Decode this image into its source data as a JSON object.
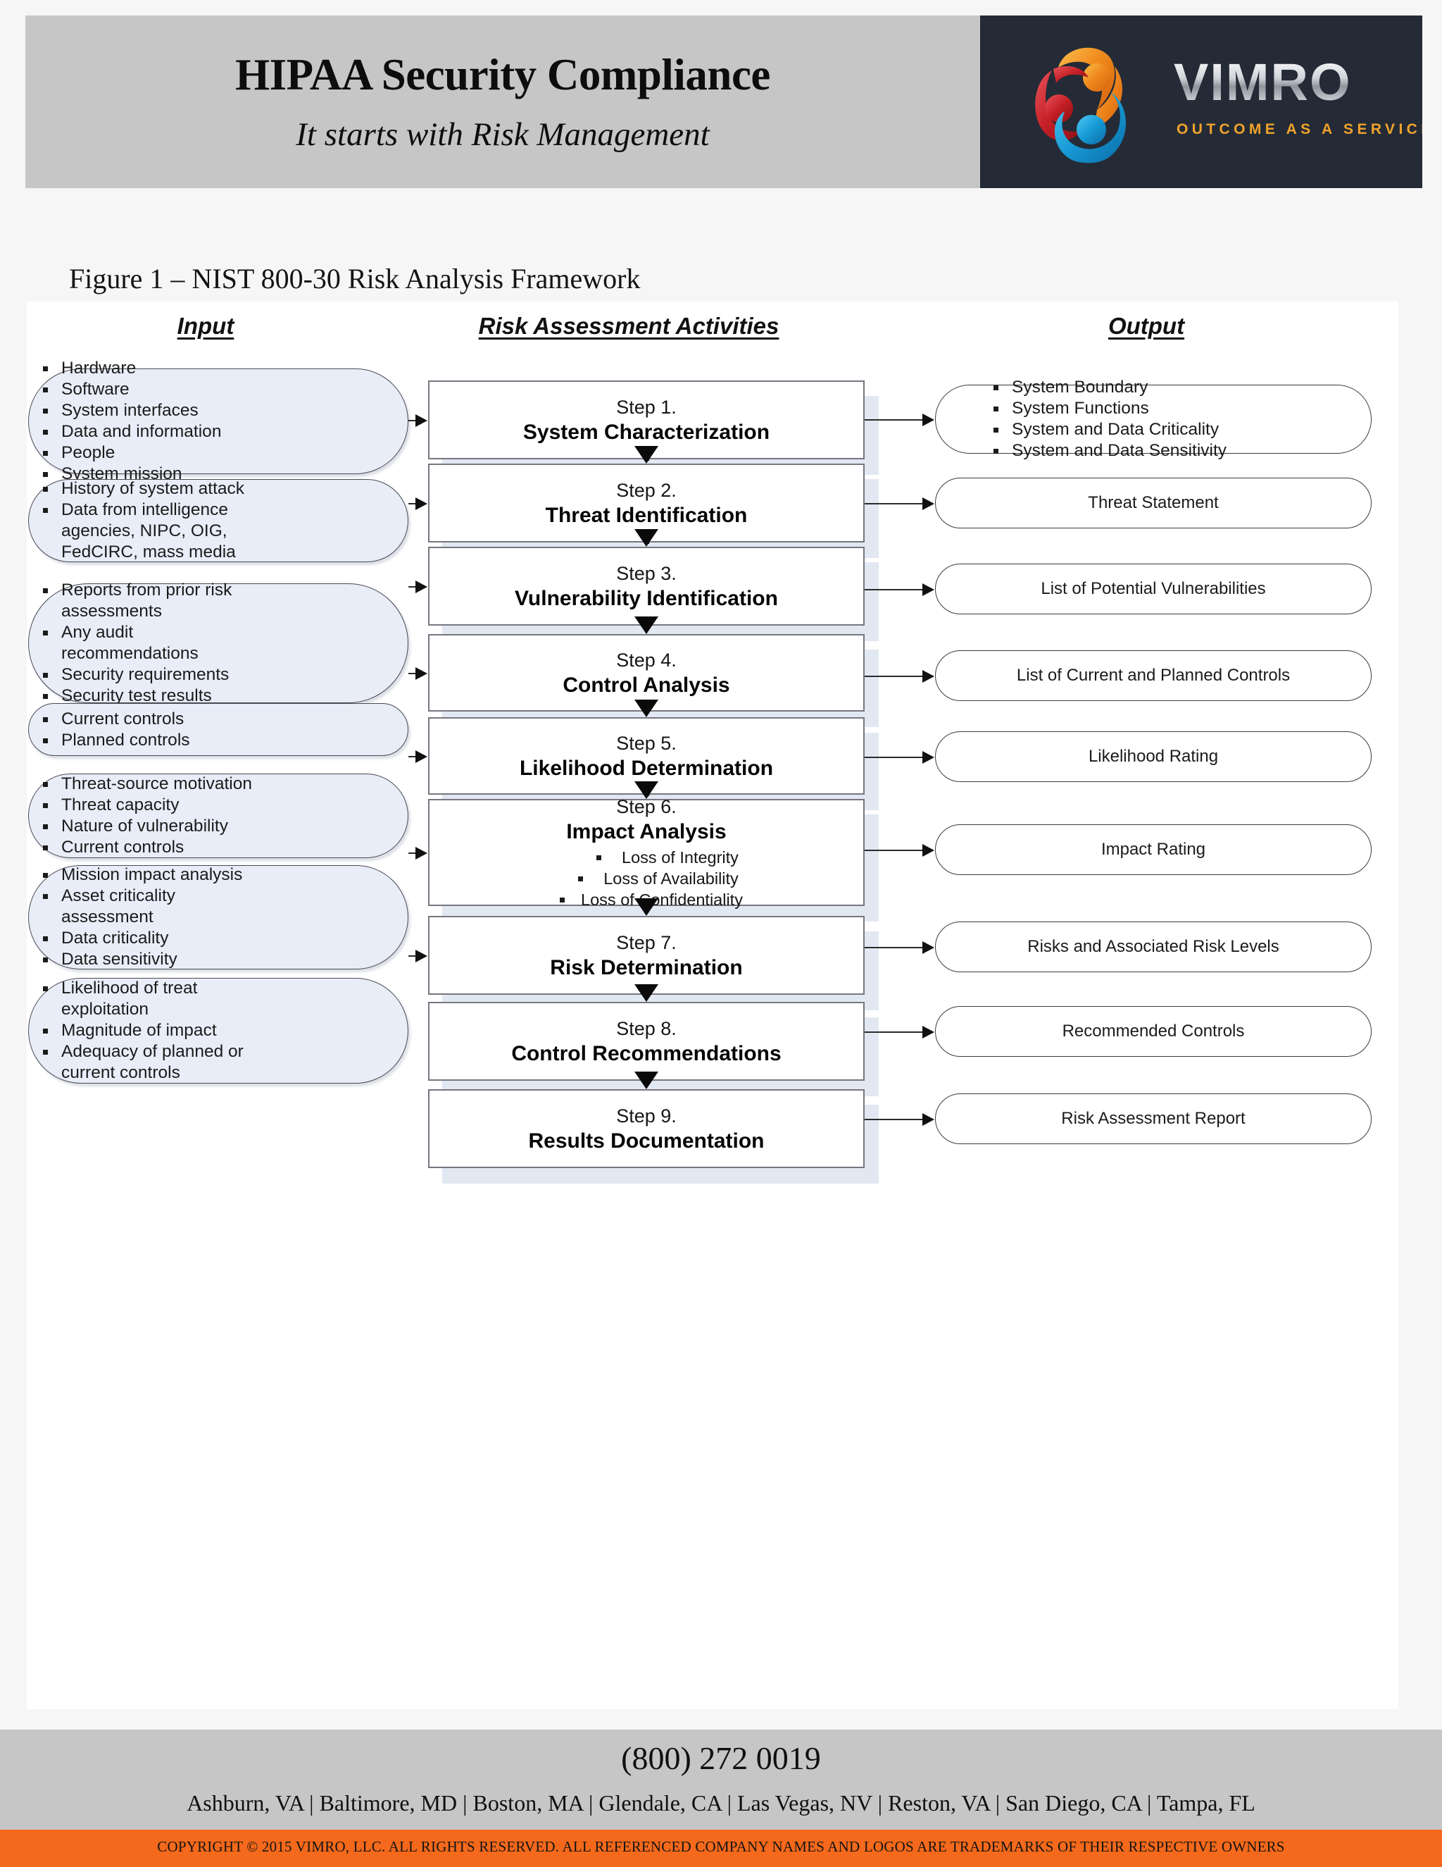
{
  "header": {
    "title": "HIPAA Security Compliance",
    "subtitle": "It starts with Risk Management",
    "logo_word": "VIMRO",
    "logo_tagline": "OUTCOME AS A SERVICE"
  },
  "figure": {
    "caption": "Figure 1 – NIST 800-30 Risk Analysis Framework",
    "columns": {
      "input": "Input",
      "activities": "Risk Assessment Activities",
      "output": "Output"
    }
  },
  "chart_data": {
    "type": "diagram",
    "title": "Figure 1 – NIST 800-30 Risk Analysis Framework",
    "columns": [
      "Input",
      "Risk Assessment Activities",
      "Output"
    ],
    "rows": [
      {
        "input": [
          "Hardware",
          "Software",
          "System interfaces",
          "Data and information",
          "People",
          "System mission"
        ],
        "step_num": "Step 1.",
        "step_name": "System Characterization",
        "step_sub": [],
        "output": [
          "System Boundary",
          "System Functions",
          "System and Data Criticality",
          "System and Data Sensitivity"
        ]
      },
      {
        "input": [
          "History of system attack",
          "Data from intelligence\nagencies, NIPC, OIG,\nFedCIRC, mass media"
        ],
        "step_num": "Step 2.",
        "step_name": "Threat Identification",
        "step_sub": [],
        "output": [
          "Threat Statement"
        ]
      },
      {
        "input": [
          "Reports from prior risk\nassessments",
          "Any audit\nrecommendations",
          "Security requirements",
          "Security test results"
        ],
        "step_num": "Step 3.",
        "step_name": "Vulnerability Identification",
        "step_sub": [],
        "output": [
          "List of Potential Vulnerabilities"
        ]
      },
      {
        "input": [
          "Current controls",
          "Planned controls"
        ],
        "step_num": "Step 4.",
        "step_name": "Control Analysis",
        "step_sub": [],
        "output": [
          "List of Current and Planned Controls"
        ]
      },
      {
        "input": [
          "Threat-source motivation",
          "Threat capacity",
          "Nature of vulnerability",
          "Current controls"
        ],
        "step_num": "Step 5.",
        "step_name": "Likelihood Determination",
        "step_sub": [],
        "output": [
          "Likelihood Rating"
        ]
      },
      {
        "input": [
          "Mission impact analysis",
          "Asset criticality\nassessment",
          "Data criticality",
          "Data sensitivity"
        ],
        "step_num": "Step 6.",
        "step_name": "Impact Analysis",
        "step_sub": [
          "Loss of Integrity",
          "Loss of Availability",
          "Loss of Confidentiality"
        ],
        "output": [
          "Impact Rating"
        ]
      },
      {
        "input": [
          "Likelihood of treat\nexploitation",
          "Magnitude of impact",
          "Adequacy of planned or\ncurrent controls"
        ],
        "step_num": "Step 7.",
        "step_name": "Risk Determination",
        "step_sub": [],
        "output": [
          "Risks and Associated Risk Levels"
        ]
      },
      {
        "input": [],
        "step_num": "Step 8.",
        "step_name": "Control Recommendations",
        "step_sub": [],
        "output": [
          "Recommended Controls"
        ]
      },
      {
        "input": [],
        "step_num": "Step 9.",
        "step_name": "Results Documentation",
        "step_sub": [],
        "output": [
          "Risk Assessment Report"
        ]
      }
    ]
  },
  "footer": {
    "phone": "(800) 272 0019",
    "cities": "Ashburn, VA  |  Baltimore, MD  |  Boston, MA  |   Glendale, CA  |  Las Vegas, NV  |  Reston, VA  |  San Diego, CA  |  Tampa, FL",
    "copyright": "COPYRIGHT © 2015 VIMRO, LLC. ALL RIGHTS RESERVED.  ALL REFERENCED COMPANY NAMES AND LOGOS ARE TRADEMARKS OF THEIR RESPECTIVE OWNERS"
  },
  "colors": {
    "header_band": "#c6c6c6",
    "logo_band": "#242b36",
    "logo_tagline": "#f0a32b",
    "copyright_band": "#f4691b",
    "input_bubble_fill": "#e8edf8",
    "step_shadow": "#e2e8f2"
  }
}
